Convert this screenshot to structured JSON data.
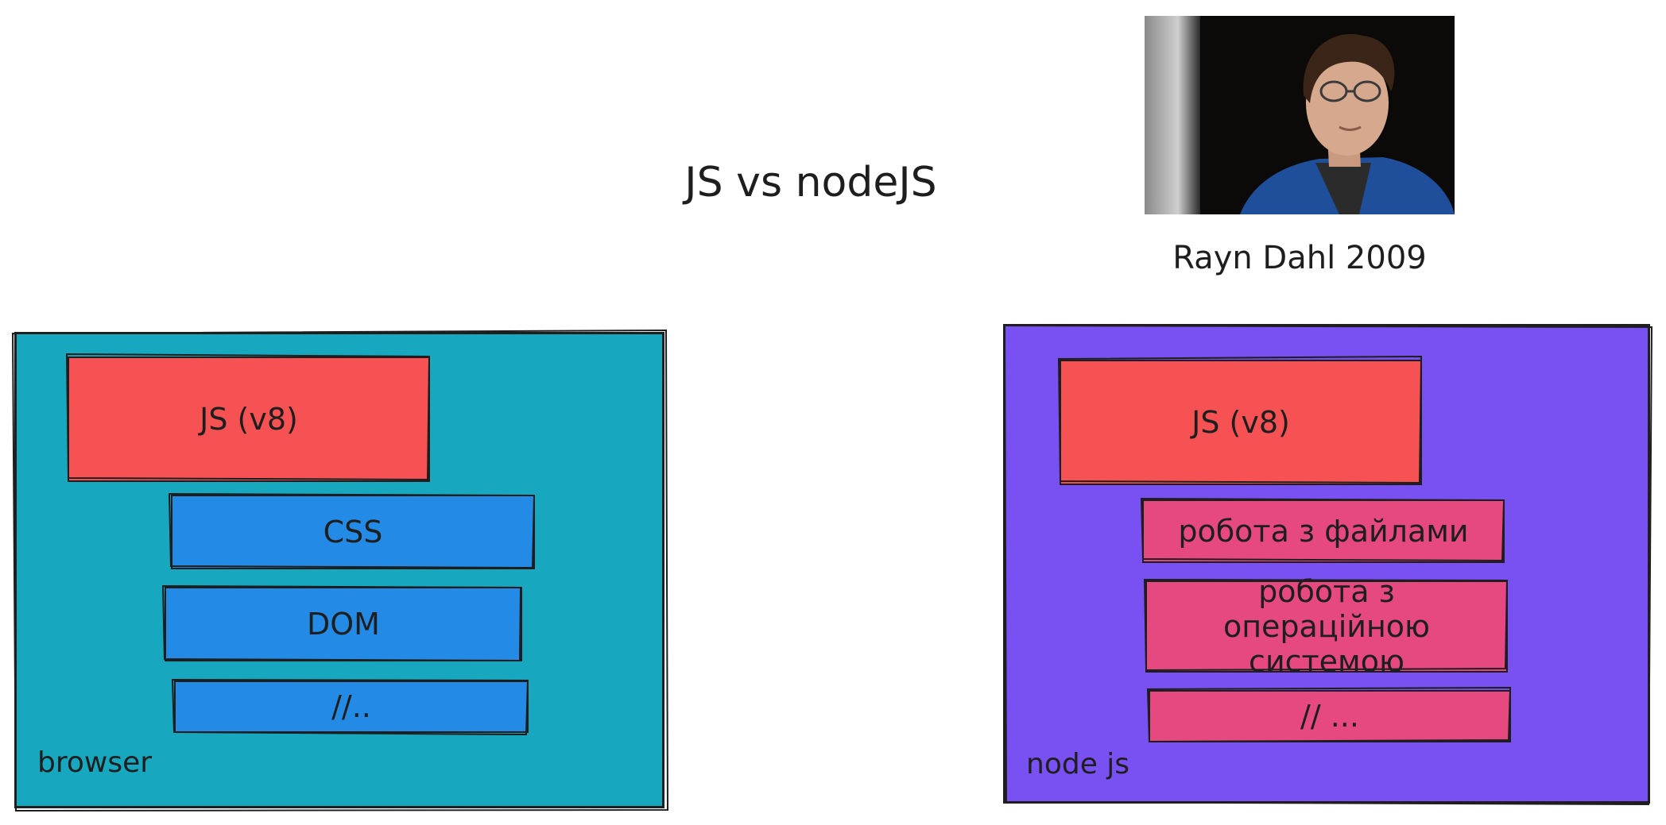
{
  "title": "JS vs nodeJS",
  "photo": {
    "caption": "Rayn Dahl 2009"
  },
  "browser": {
    "label": "browser",
    "color": "#17a8c0",
    "blocks": [
      {
        "text": "JS (v8)",
        "color": "#f65253"
      },
      {
        "text": "CSS",
        "color": "#238be6"
      },
      {
        "text": "DOM",
        "color": "#238be6"
      },
      {
        "text": "//..",
        "color": "#238be6"
      }
    ]
  },
  "node": {
    "label": "node js",
    "color": "#7950f2",
    "blocks": [
      {
        "text": "JS (v8)",
        "color": "#f65253"
      },
      {
        "text": "робота з файлами",
        "color": "#e64980"
      },
      {
        "text": "робота з операційною системою",
        "color": "#e64980"
      },
      {
        "text": "// ...",
        "color": "#e64980"
      }
    ]
  }
}
